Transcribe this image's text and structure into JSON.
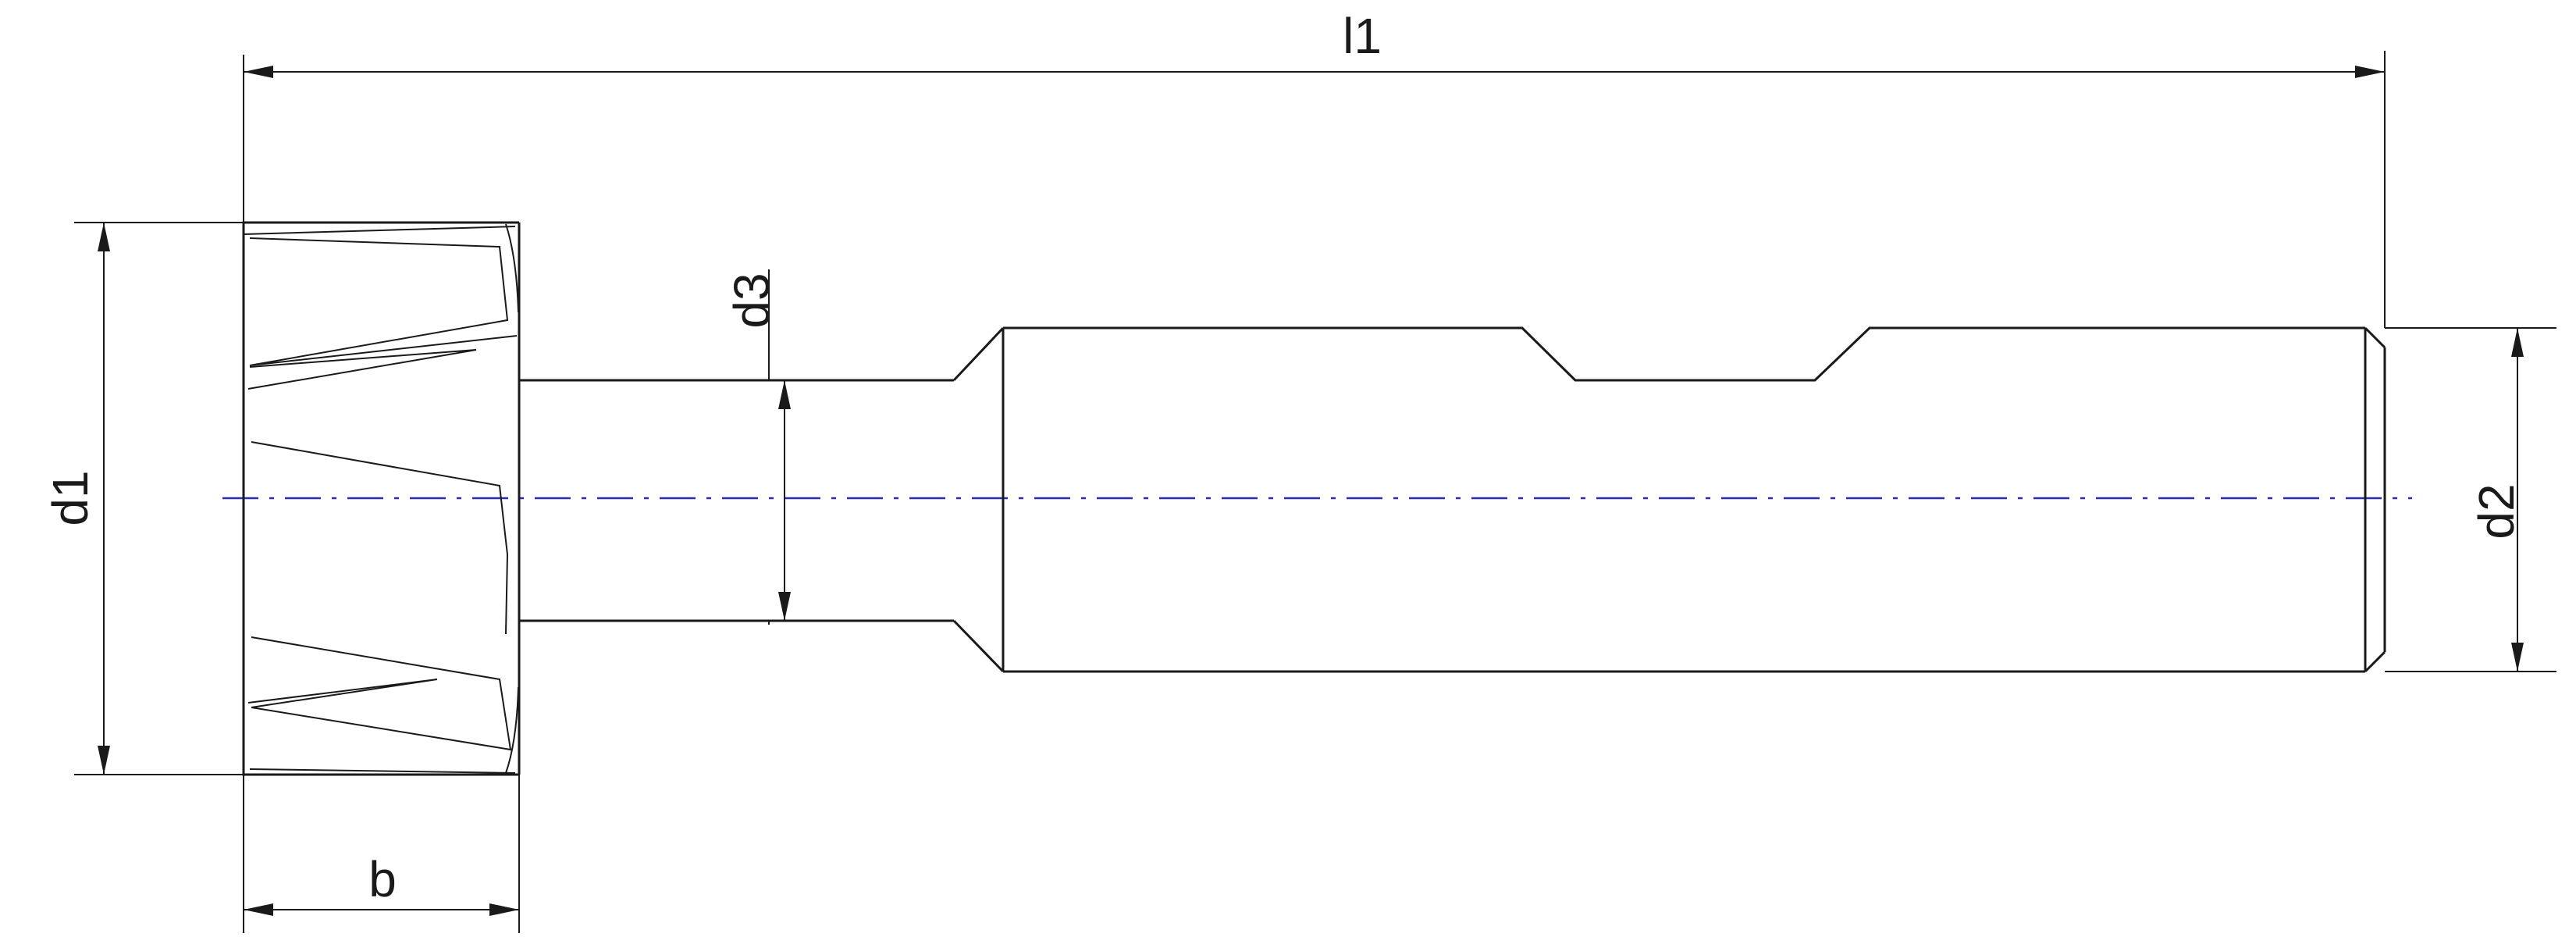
{
  "labels": {
    "l1": "l1",
    "d1": "d1",
    "d2": "d2",
    "d3": "d3",
    "b": "b"
  },
  "colors": {
    "outline": "#1a1a1a",
    "centerline": "#2a2ab4",
    "background": "#ffffff"
  }
}
